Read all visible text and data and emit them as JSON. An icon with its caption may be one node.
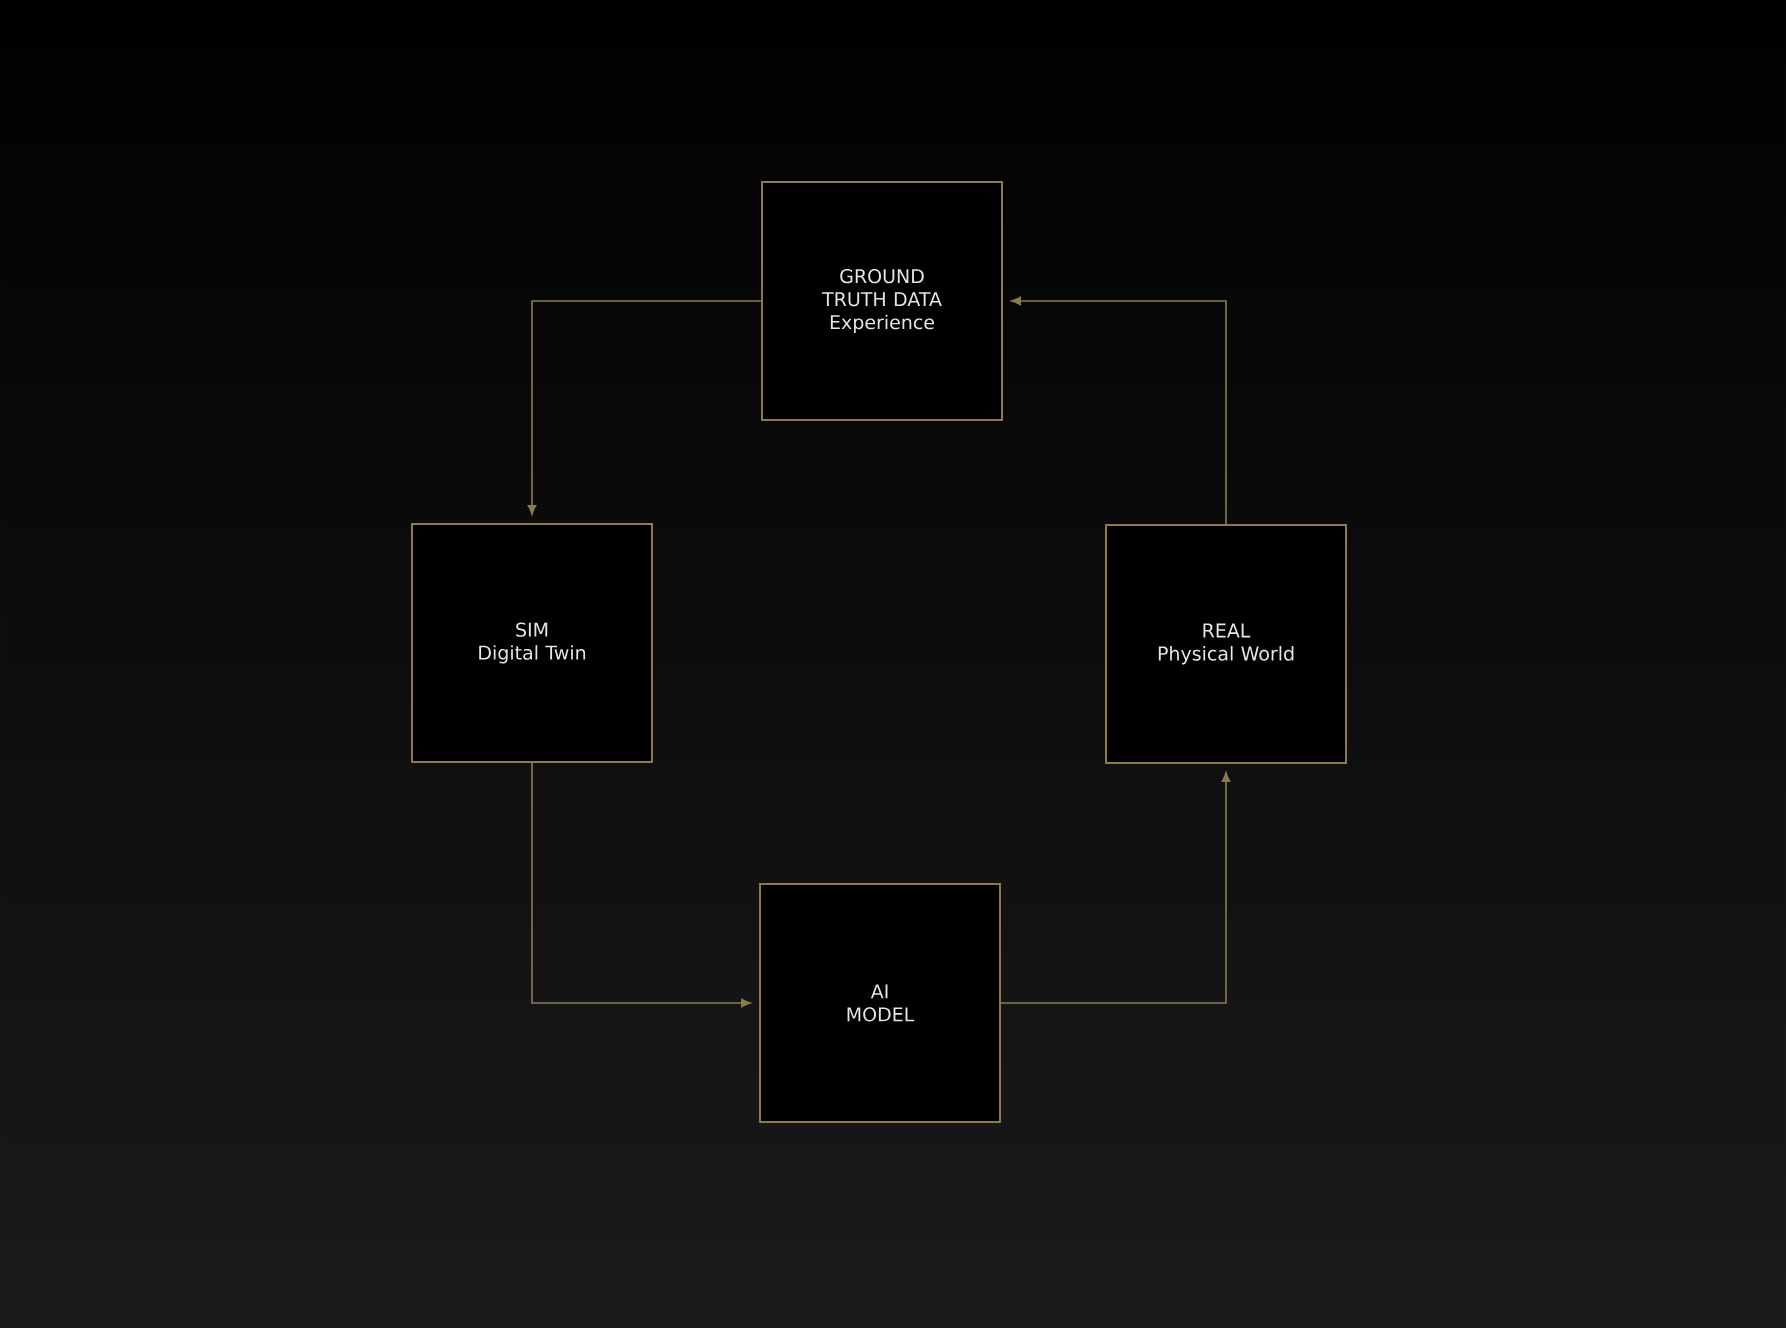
{
  "diagram": {
    "nodes": [
      {
        "text": [
          "GROUND TRUTH DATA",
          "Experience"
        ]
      },
      {
        "text": [
          "SIM",
          "Digital Twin"
        ]
      },
      {
        "text": [
          "REAL",
          "Physical World"
        ]
      },
      {
        "text": [
          "AI MODEL"
        ]
      }
    ],
    "edges": [
      {
        "from": 0,
        "to": 1,
        "arrow": "to"
      },
      {
        "from": 1,
        "to": 3,
        "arrow": "to"
      },
      {
        "from": 3,
        "to": 2,
        "arrow": "to"
      },
      {
        "from": 2,
        "to": 0,
        "arrow": "to"
      }
    ]
  }
}
